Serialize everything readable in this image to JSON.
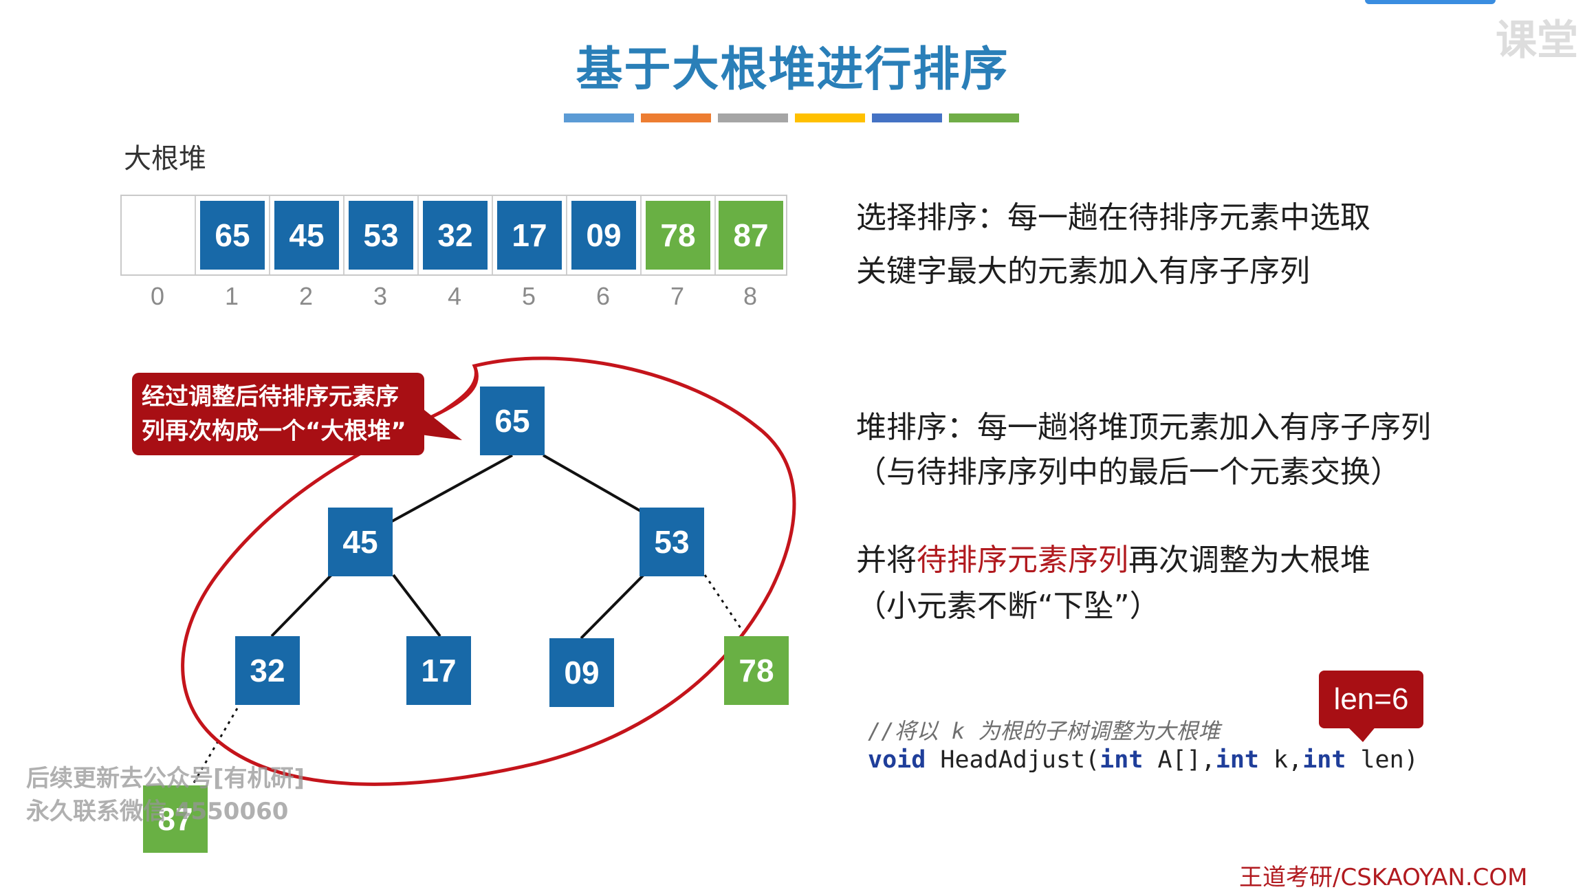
{
  "title": "基于大根堆进行排序",
  "color_bar": [
    "#5b9bd5",
    "#ed7d31",
    "#a5a5a5",
    "#ffc000",
    "#4472c4",
    "#70ad47"
  ],
  "heap_label": "大根堆",
  "array": {
    "cells": [
      {
        "value": "",
        "color": "empty"
      },
      {
        "value": "65",
        "color": "blue"
      },
      {
        "value": "45",
        "color": "blue"
      },
      {
        "value": "53",
        "color": "blue"
      },
      {
        "value": "32",
        "color": "blue"
      },
      {
        "value": "17",
        "color": "blue"
      },
      {
        "value": "09",
        "color": "blue"
      },
      {
        "value": "78",
        "color": "green"
      },
      {
        "value": "87",
        "color": "green"
      }
    ],
    "indices": [
      "0",
      "1",
      "2",
      "3",
      "4",
      "5",
      "6",
      "7",
      "8"
    ]
  },
  "callout": {
    "line1": "经过调整后待排序元素序",
    "line2": "列再次构成一个“大根堆”"
  },
  "tree": {
    "root": "65",
    "n45": "45",
    "n53": "53",
    "n32": "32",
    "n17": "17",
    "n09": "09",
    "n78": "78",
    "n87": "87"
  },
  "right": {
    "selection_line1": "选择排序：每一趟在待排序元素中选取",
    "selection_line2": "关键字最大的元素加入有序子序列",
    "heap_line1": "堆排序：每一趟将堆顶元素加入有序子序列",
    "heap_line2": "（与待排序序列中的最后一个元素交换）",
    "adjust_prefix": "并将",
    "adjust_highlight": "待排序元素序列",
    "adjust_suffix": "再次调整为大根堆",
    "adjust_line2": "（小元素不断“下坠”）"
  },
  "code": {
    "comment": "//将以 k 为根的子树调整为大根堆",
    "void": "void",
    "fn": " HeadAdjust(",
    "int1": "int",
    "p1": " A[],",
    "int2": "int",
    "p2": " k,",
    "int3": "int",
    "p3": " len)"
  },
  "len_badge": "len=6",
  "watermark_logo": "课堂",
  "watermark_line1": "后续更新去公众号[有机研]",
  "watermark_line2": "永久联系微信 4550060",
  "footer": "王道考研/CSKAOYAN.COM",
  "colors": {
    "node_blue": "#1869a8",
    "node_green": "#69b044",
    "callout_red": "#a80f14",
    "title_blue": "#2a7fb8"
  }
}
